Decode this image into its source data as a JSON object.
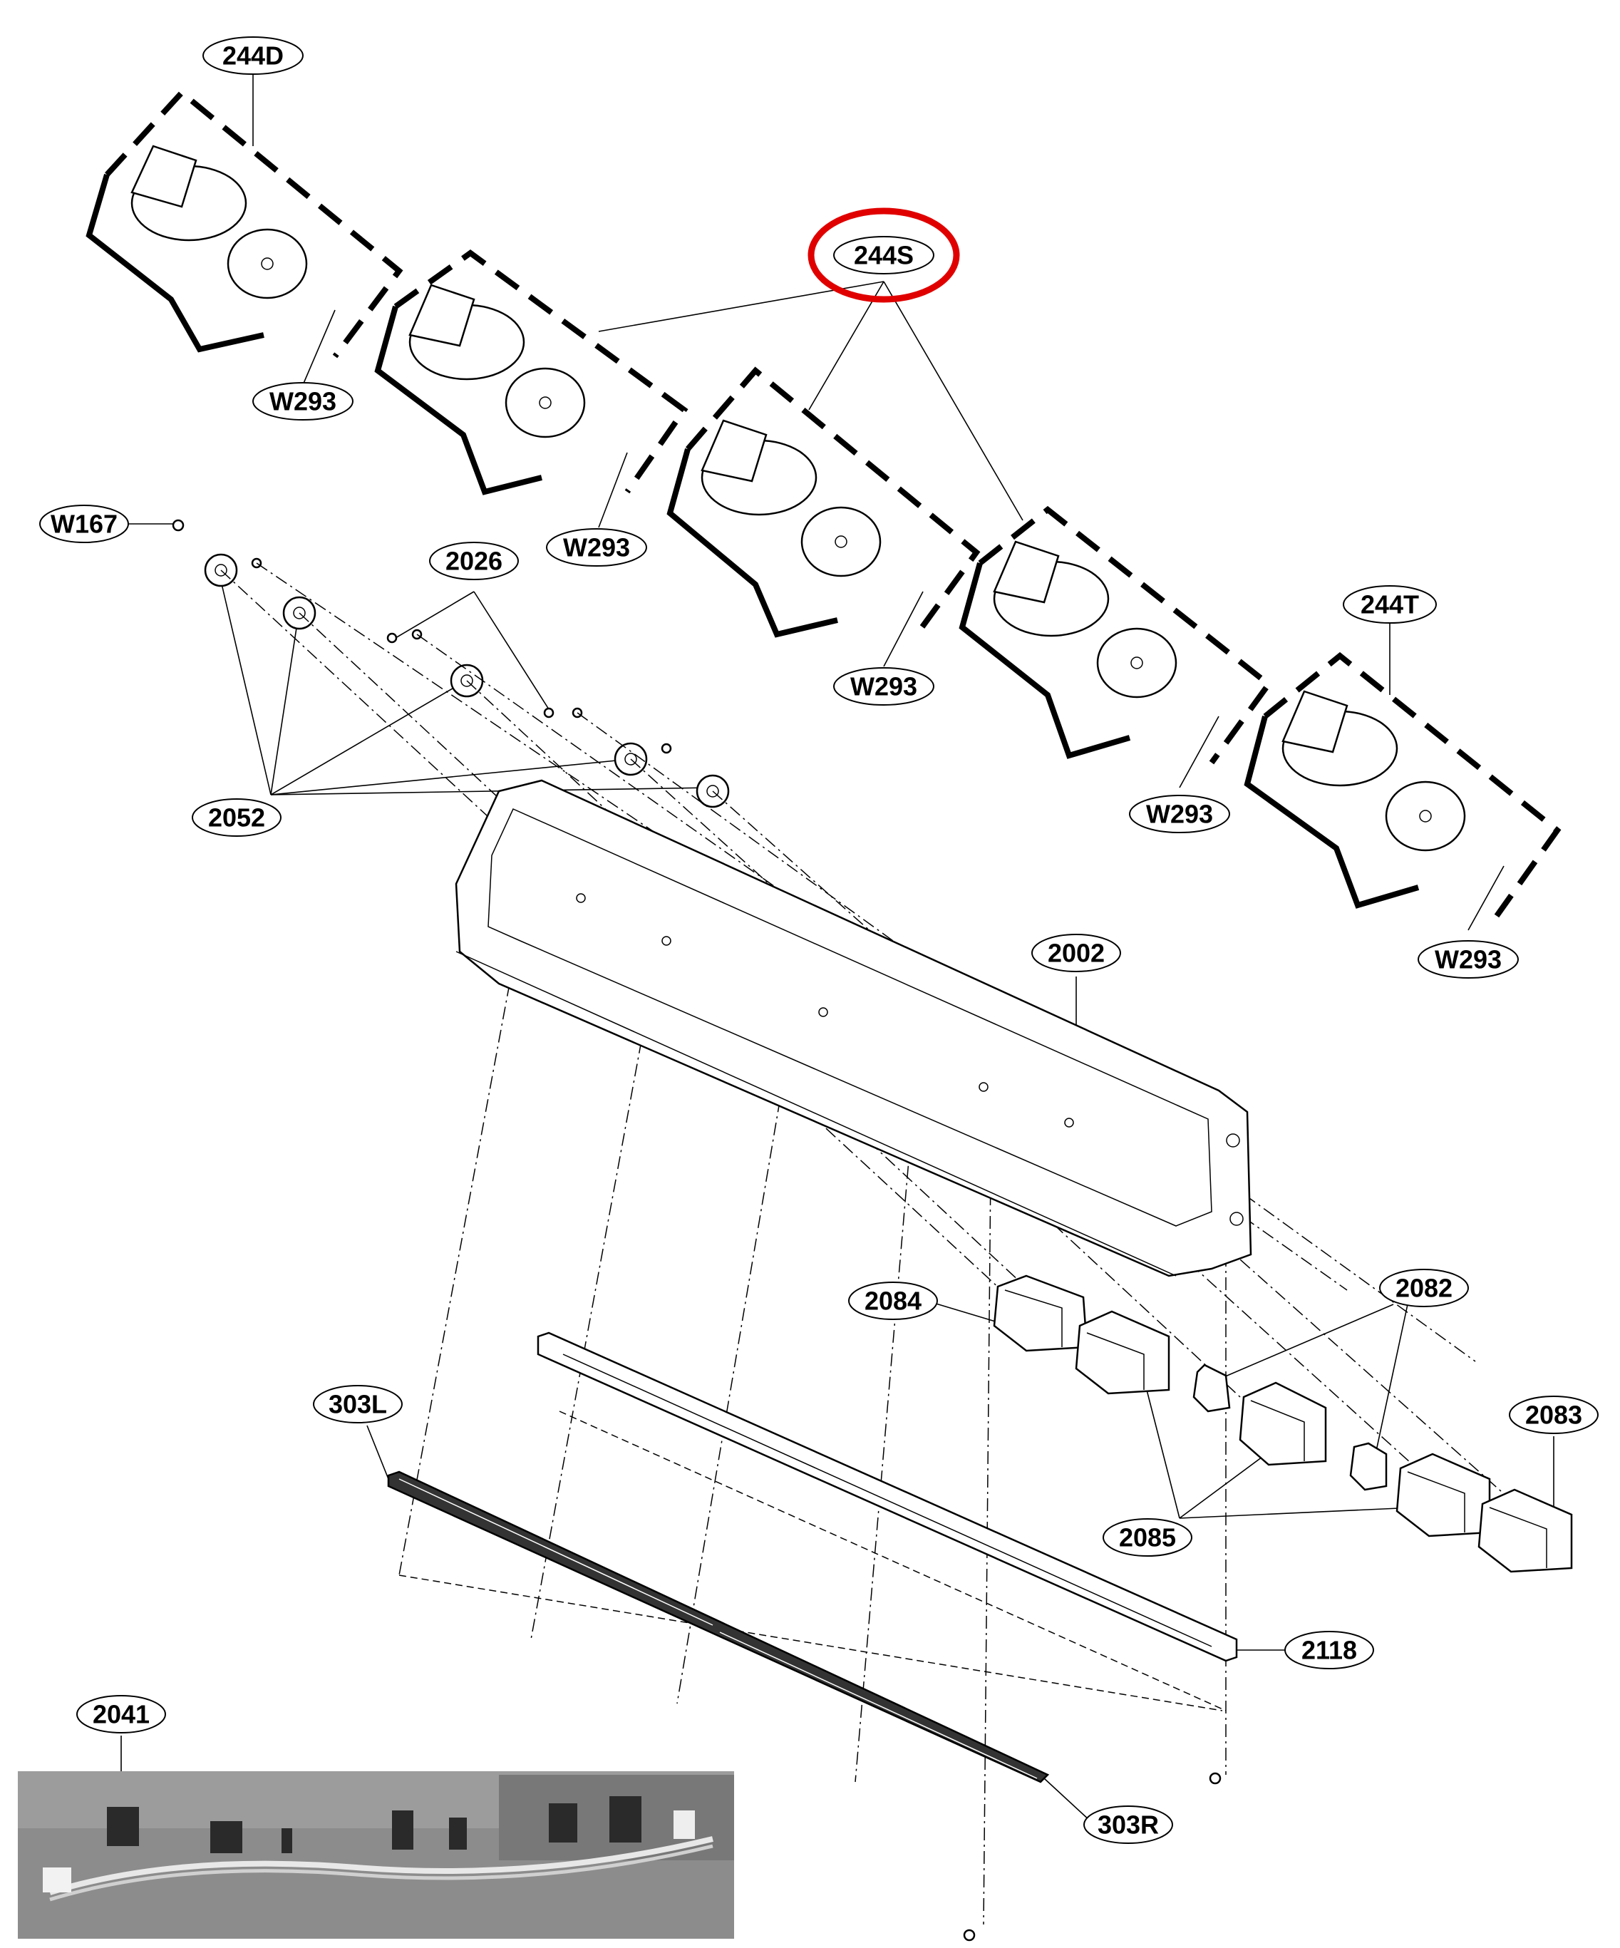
{
  "diagram": {
    "highlight_color": "#e00000",
    "highlighted_label": "244S",
    "labels": [
      "244D",
      "244S",
      "244T",
      "W293",
      "W167",
      "2026",
      "2052",
      "2002",
      "2084",
      "2082",
      "2083",
      "2085",
      "303L",
      "2118",
      "2041",
      "303R"
    ],
    "photo_inset": "wire-harness-photo"
  }
}
